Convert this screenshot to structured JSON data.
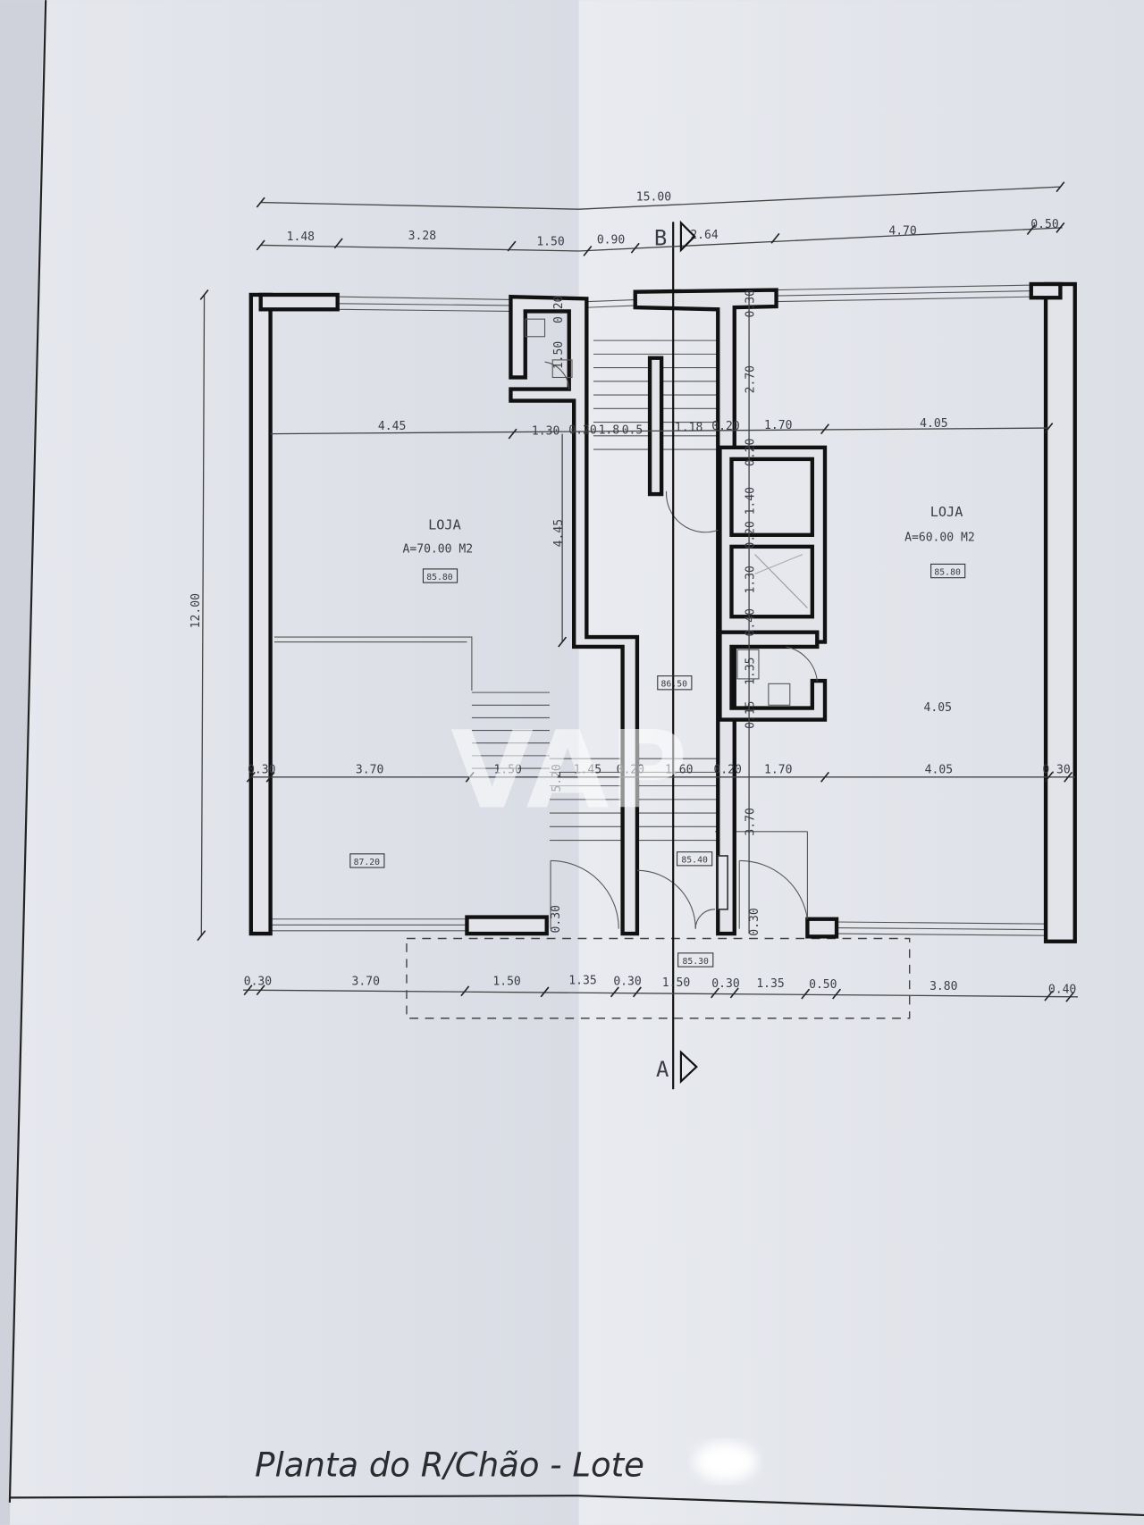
{
  "drawing": {
    "title_handwritten": "Planta do R/Chão - Lote",
    "watermark": "VAP",
    "section_marks": [
      "B",
      "A"
    ],
    "rooms": [
      {
        "name": "LOJA",
        "area": "A=70.00 M2",
        "level": "85.80"
      },
      {
        "name": "LOJA",
        "area": "A=60.00 M2",
        "level": "85.80"
      }
    ],
    "levels": [
      "87.20",
      "86.50",
      "85.40",
      "85.30"
    ],
    "dims_overall": [
      "15.00",
      "12.00"
    ],
    "dims_top": [
      "1.48",
      "3.28",
      "1.50",
      "0.90",
      "2.64",
      "4.70",
      "0.50"
    ],
    "dims_upper": [
      "4.45",
      "1.30",
      "0.20",
      "1.8",
      "0.5",
      "1.18",
      "0.20",
      "1.70",
      "4.05"
    ],
    "dims_middle": [
      "0.30",
      "3.70",
      "1.50",
      "1.45",
      "0.20",
      "1.60",
      "0.20",
      "1.70",
      "4.05",
      "0.30"
    ],
    "dims_bottom": [
      "0.30",
      "3.70",
      "1.50",
      "1.35",
      "0.30",
      "1.50",
      "0.30",
      "1.35",
      "0.50",
      "3.80",
      "0.40"
    ],
    "dims_vertical": [
      "4.45",
      "5.20",
      "2.70",
      "0.20",
      "1.40",
      "0.20",
      "1.30",
      "0.40",
      "1.35",
      "0.15",
      "3.70",
      "0.30",
      "0.30",
      "0.30",
      "1.50",
      "0.20",
      "4.05"
    ],
    "colors": {
      "paper": "#e1e3e9",
      "ink": "#111111"
    }
  }
}
